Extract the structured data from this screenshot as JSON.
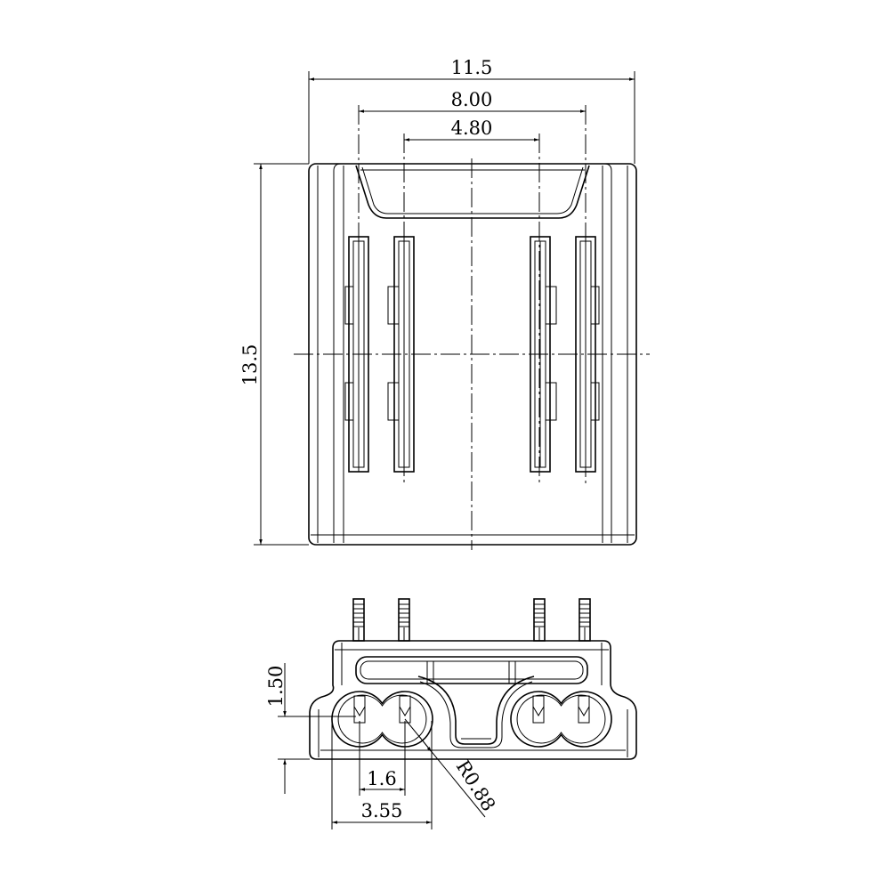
{
  "drawing": {
    "top_view": {
      "dim_overall_width": "11.5",
      "dim_outer_pin_span": "8.00",
      "dim_inner_pin_span": "4.80",
      "dim_overall_height": "13.5"
    },
    "front_view": {
      "dim_height": "1.50",
      "dim_pin_pitch": "1.6",
      "dim_pair_width": "3.55",
      "dim_radius": "R0.88"
    },
    "line_color": "#000000",
    "background": "#ffffff"
  }
}
